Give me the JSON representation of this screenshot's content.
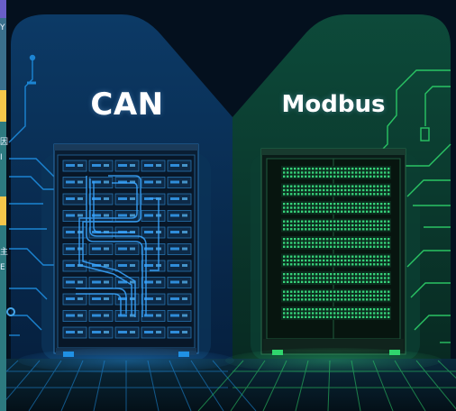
{
  "labels": {
    "left": "CAN",
    "right": "Modbus"
  },
  "left_edge_glyphs": [
    "Y",
    "因",
    "I",
    "主",
    "E"
  ],
  "colors": {
    "can_accent": "#1e8ee0",
    "modbus_accent": "#2ed36a",
    "background": "#04101e"
  },
  "icons": {
    "left_panel": "server-rack-icon",
    "right_panel": "server-rack-icon"
  }
}
